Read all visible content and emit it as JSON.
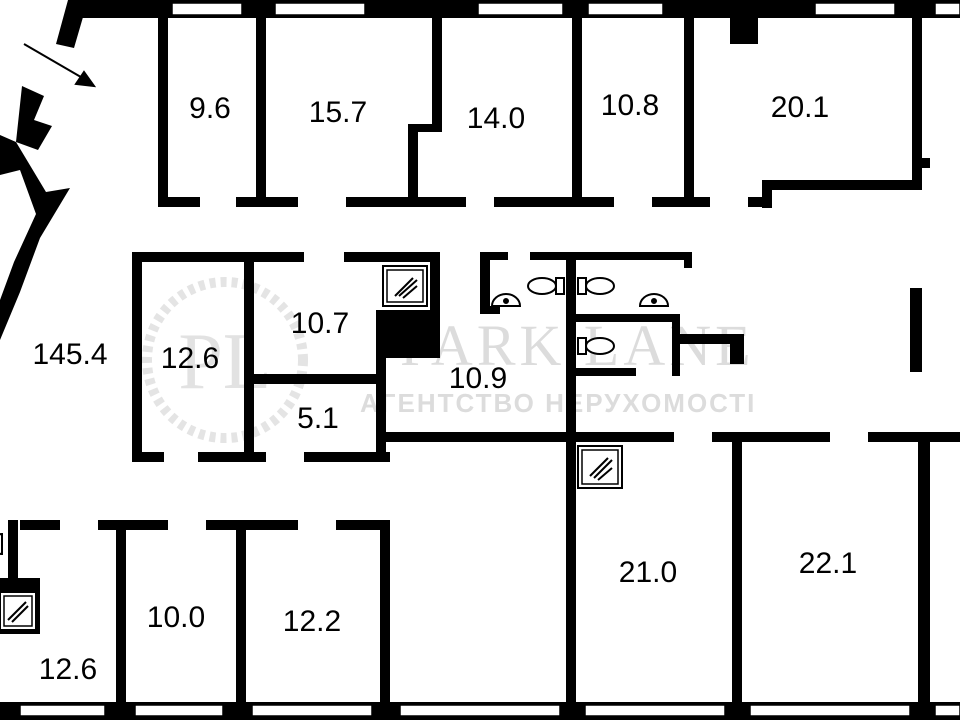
{
  "plan": {
    "wall_color": "#000000",
    "background_color": "#ffffff",
    "watermark_color": "#dcdcdc",
    "rooms": [
      {
        "id": "r-9-6",
        "area": "9.6"
      },
      {
        "id": "r-15-7",
        "area": "15.7"
      },
      {
        "id": "r-14-0",
        "area": "14.0"
      },
      {
        "id": "r-10-8",
        "area": "10.8"
      },
      {
        "id": "r-20-1",
        "area": "20.1"
      },
      {
        "id": "r-145-4",
        "area": "145.4"
      },
      {
        "id": "r-12-6-mid",
        "area": "12.6"
      },
      {
        "id": "r-10-7",
        "area": "10.7"
      },
      {
        "id": "r-5-1",
        "area": "5.1"
      },
      {
        "id": "r-10-9",
        "area": "10.9"
      },
      {
        "id": "r-21-0",
        "area": "21.0"
      },
      {
        "id": "r-22-1",
        "area": "22.1"
      },
      {
        "id": "r-10-0",
        "area": "10.0"
      },
      {
        "id": "r-12-2",
        "area": "12.2"
      },
      {
        "id": "r-12-6-low",
        "area": "12.6"
      }
    ],
    "watermark": {
      "badge": "PL",
      "brand": "PARK LANE",
      "tagline": "АГЕНТСТВО НЕРУХОМОСТІ"
    },
    "icons": {
      "entrance": "entrance-arrow-icon",
      "shower": "shower-icon",
      "toilet": "toilet-icon",
      "sink": "sink-icon"
    }
  }
}
